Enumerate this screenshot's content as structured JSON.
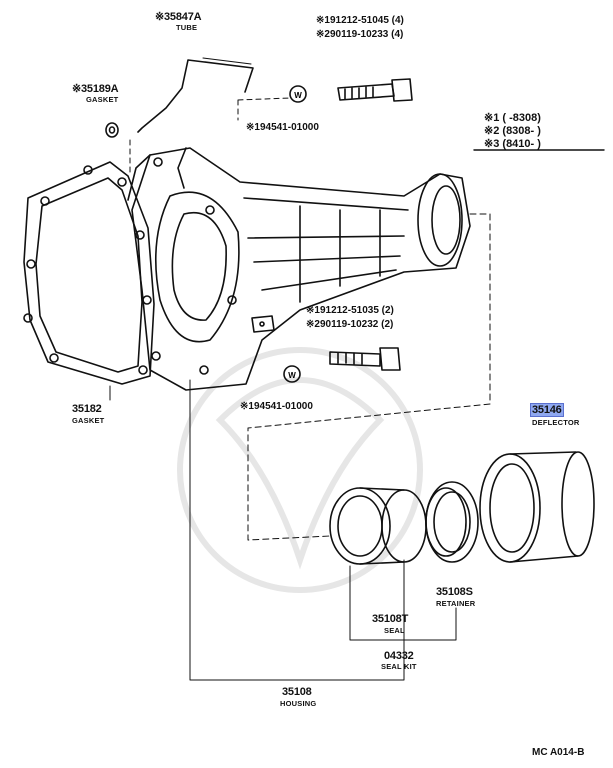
{
  "parts": {
    "tube": {
      "number": "※35847A",
      "name": "TUBE"
    },
    "gasket_top": {
      "number": "※35189A",
      "name": "GASKET"
    },
    "bolt_top_1": "※191212-51045 (4)",
    "bolt_top_2": "※290119-10233 (4)",
    "washer_top": "※194541-01000",
    "bolt_mid_1": "※191212-51035 (2)",
    "bolt_mid_2": "※290119-10232 (2)",
    "washer_mid": "※194541-01000",
    "gasket_main": {
      "number": "35182",
      "name": "GASKET"
    },
    "deflector": {
      "number": "35146",
      "name": "DEFLECTOR"
    },
    "retainer": {
      "number": "35108S",
      "name": "RETAINER"
    },
    "seal": {
      "number": "35108T",
      "name": "SEAL"
    },
    "seal_kit": {
      "number": "04332",
      "name": "SEAL KIT"
    },
    "housing": {
      "number": "35108",
      "name": "HOUSING"
    }
  },
  "legend": [
    {
      "mark": "※1",
      "range": "(      -8308)"
    },
    {
      "mark": "※2",
      "range": "(8308-      )"
    },
    {
      "mark": "※3",
      "range": "(8410-      )"
    }
  ],
  "washer_mark": "W",
  "diagram_code": "MC A014-B",
  "colors": {
    "ink": "#111111",
    "highlight": "#8fa8f0",
    "highlight_border": "#5a6fcf"
  }
}
